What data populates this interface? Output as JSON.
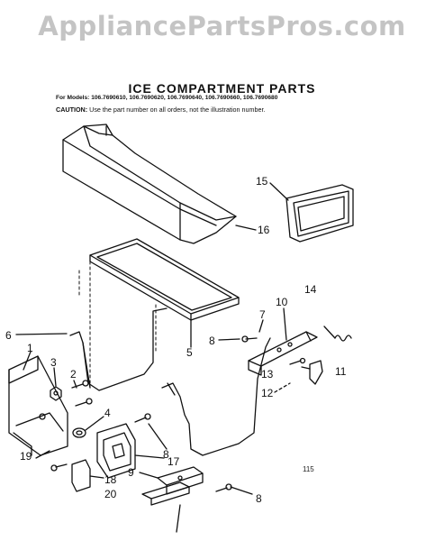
{
  "watermark": "AppliancePartsPros.com",
  "title": "ICE COMPARTMENT PARTS",
  "models_line": "For Models: 106.7690610, 106.7690620, 106.7690640, 106.7690660, 106.7690680",
  "caution_label": "CAUTION:",
  "caution_text": "Use the part number on all orders, not the illustration number.",
  "drawing_code": "115",
  "callouts": {
    "c1": "1",
    "c2": "2",
    "c3": "3",
    "c4": "4",
    "c5": "5",
    "c6": "6",
    "c7": "7",
    "c8a": "8",
    "c8b": "8",
    "c8c": "8",
    "c9": "9",
    "c10": "10",
    "c11": "11",
    "c12": "12",
    "c13": "13",
    "c14": "14",
    "c15": "15",
    "c16": "16",
    "c17": "17",
    "c18": "18",
    "c19": "19",
    "c20": "20"
  }
}
